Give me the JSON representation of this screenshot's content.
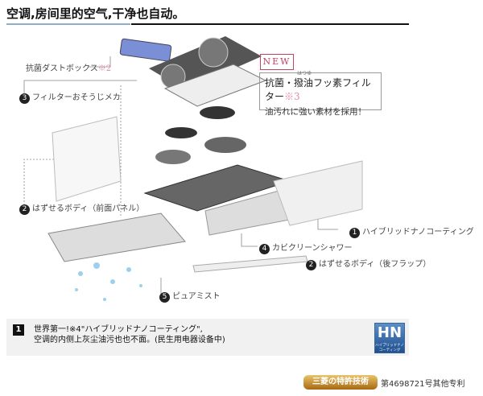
{
  "header": {
    "title": "空调,房间里的空气,干净也自动。"
  },
  "labels": {
    "dust_box": "抗菌ダストボックス",
    "dust_box_note": "※2",
    "filter_mech_num": "3",
    "filter_mech": "フィルターおそうじメカ",
    "front_panel_num": "2",
    "front_panel": "はずせるボディ（前面パネル）",
    "hybrid_num": "1",
    "hybrid": "ハイブリッドナノコーティング",
    "shower_num": "4",
    "shower": "カビクリーンシャワー",
    "rear_flap_num": "2",
    "rear_flap": "はずせるボディ（後フラップ）",
    "mist_num": "5",
    "mist": "ピュアミスト"
  },
  "callout": {
    "new_badge": "NEW",
    "ruby": "はつゆ",
    "heading": "抗菌・撥油フッ素フィルター",
    "note": "※3",
    "sub": "油汚れに強い素材を採用！"
  },
  "feature": {
    "number": "1",
    "line1": "世界第一!※4\"ハイブリッドナノコーティング\",",
    "line2": "空调的内侧上灰尘油污也也不面。(民生用电器设备中)",
    "logo_big": "HN",
    "logo_small": "ハイブリッドナノコーティング"
  },
  "footer": {
    "badge": "三菱の特許技術",
    "patent": "第4698721号其他专利"
  }
}
